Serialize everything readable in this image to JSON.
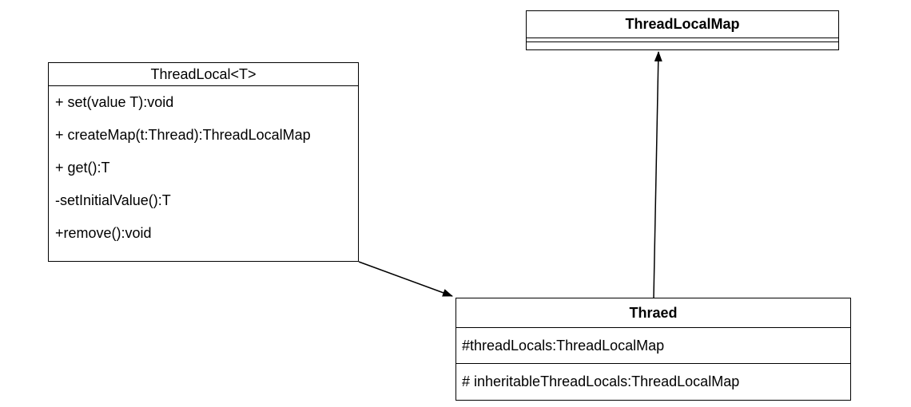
{
  "diagram": {
    "background": "#ffffff",
    "stroke": "#000000",
    "text_color": "#000000",
    "classes": {
      "thread_local_map": {
        "title": "ThreadLocalMap"
      },
      "thread_local": {
        "title": "ThreadLocal<T>",
        "members": [
          "+ set(value T):void",
          "+ createMap(t:Thread):ThreadLocalMap",
          "+ get():T",
          "-setInitialValue():T",
          "+remove():void"
        ]
      },
      "thread": {
        "title": "Thraed",
        "attributes": [
          "#threadLocals:ThreadLocalMap",
          "# inheritableThreadLocals:ThreadLocalMap"
        ]
      }
    },
    "relations": [
      {
        "from": "ThreadLocal<T>",
        "to": "Thraed",
        "style": "solid-line-filled-arrow"
      },
      {
        "from": "Thraed",
        "to": "ThreadLocalMap",
        "style": "solid-line-filled-arrow"
      }
    ]
  }
}
